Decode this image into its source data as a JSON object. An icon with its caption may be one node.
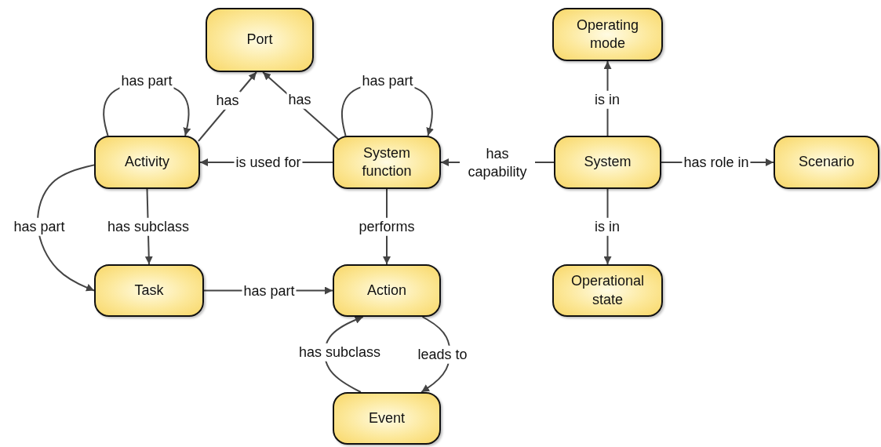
{
  "diagram": {
    "nodes": [
      {
        "text": [
          "Port"
        ]
      },
      {
        "text": [
          "Operating mode"
        ]
      },
      {
        "text": [
          "Activity"
        ]
      },
      {
        "text": [
          "System function"
        ]
      },
      {
        "text": [
          "System"
        ]
      },
      {
        "text": [
          "Scenario"
        ]
      },
      {
        "text": [
          "Task"
        ]
      },
      {
        "text": [
          "Action"
        ]
      },
      {
        "text": [
          "Operational state"
        ]
      },
      {
        "text": [
          "Event"
        ]
      }
    ],
    "edges": [
      {
        "from": 2,
        "to": 2,
        "arrow": "to",
        "label": "has part"
      },
      {
        "from": 2,
        "to": 0,
        "arrow": "to",
        "label": "has"
      },
      {
        "from": 3,
        "to": 0,
        "arrow": "to",
        "label": "has"
      },
      {
        "from": 3,
        "to": 3,
        "arrow": "to",
        "label": "has part"
      },
      {
        "from": 3,
        "to": 2,
        "arrow": "to",
        "label": "is used for"
      },
      {
        "from": 4,
        "to": 3,
        "arrow": "to",
        "label": "has capability"
      },
      {
        "from": 4,
        "to": 1,
        "arrow": "to",
        "label": "is in"
      },
      {
        "from": 4,
        "to": 5,
        "arrow": "to",
        "label": "has role in"
      },
      {
        "from": 4,
        "to": 8,
        "arrow": "to",
        "label": "is in"
      },
      {
        "from": 2,
        "to": 6,
        "arrow": "to",
        "label": "has subclass"
      },
      {
        "from": 2,
        "to": 6,
        "arrow": "to",
        "label": "has part"
      },
      {
        "from": 3,
        "to": 7,
        "arrow": "to",
        "label": "performs"
      },
      {
        "from": 6,
        "to": 7,
        "arrow": "to",
        "label": "has part"
      },
      {
        "from": 7,
        "to": 9,
        "arrow": "to",
        "label": "leads to"
      },
      {
        "from": 9,
        "to": 7,
        "arrow": "to",
        "label": "has subclass"
      }
    ]
  }
}
